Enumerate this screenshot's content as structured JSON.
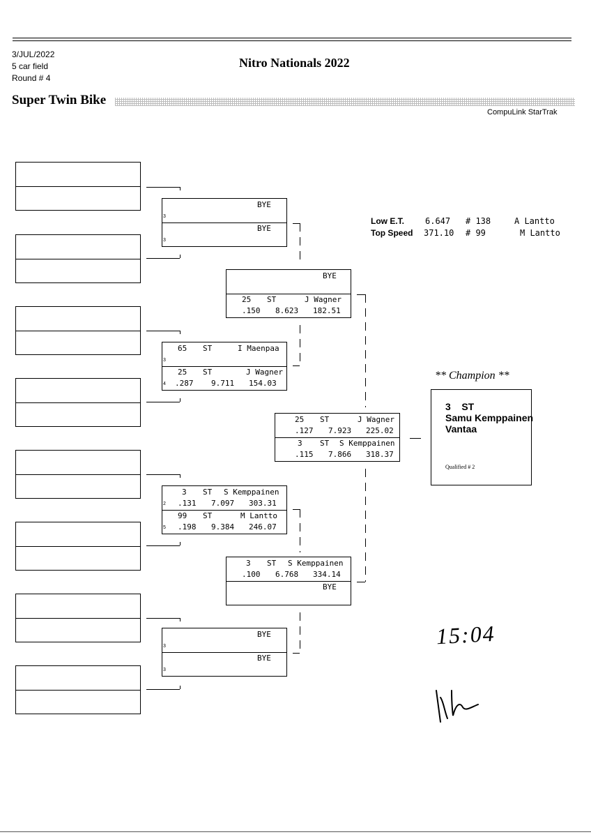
{
  "header": {
    "date": "3/JUL/2022",
    "field": "5 car field",
    "round": "Round # 4",
    "event_title": "Nitro Nationals 2022",
    "class_title": "Super Twin Bike",
    "software": "CompuLink StarTrak"
  },
  "records": {
    "low_et": {
      "label": "Low  E.T.",
      "value": "6.647",
      "number": "# 138",
      "name": "A Lantto"
    },
    "top_speed": {
      "label": "Top Speed",
      "value": "371.10",
      "number": "# 99",
      "name": "M Lantto"
    }
  },
  "round2": [
    {
      "top": {
        "name": "BYE",
        "lane": "3"
      },
      "bottom": {
        "name": "BYE",
        "lane": "3"
      }
    },
    {
      "top": {
        "num": "65",
        "cls": "ST",
        "name": "I Maenpaa",
        "lane": "3"
      },
      "bottom": {
        "num": "25",
        "cls": "ST",
        "name": "J Wagner",
        "lane": "4",
        "rt": ".287",
        "et": "9.711",
        "mph": "154.03"
      }
    },
    {
      "top": {
        "num": "3",
        "cls": "ST",
        "name": "S Kemppainen",
        "lane": "2",
        "rt": ".131",
        "et": "7.097",
        "mph": "303.31"
      },
      "bottom": {
        "num": "99",
        "cls": "ST",
        "name": "M Lantto",
        "lane": "5",
        "rt": ".198",
        "et": "9.384",
        "mph": "246.07"
      }
    },
    {
      "top": {
        "name": "BYE",
        "lane": "3"
      },
      "bottom": {
        "name": "BYE",
        "lane": "3"
      }
    }
  ],
  "semis": [
    {
      "top": {
        "name": "BYE"
      },
      "bottom": {
        "num": "25",
        "cls": "ST",
        "name": "J Wagner",
        "rt": ".150",
        "et": "8.623",
        "mph": "182.51"
      }
    },
    {
      "top": {
        "num": "3",
        "cls": "ST",
        "name": "S Kemppainen",
        "rt": ".100",
        "et": "6.768",
        "mph": "334.14"
      },
      "bottom": {
        "name": "BYE"
      }
    }
  ],
  "final": {
    "top": {
      "num": "25",
      "cls": "ST",
      "name": "J Wagner",
      "rt": ".127",
      "et": "7.923",
      "mph": "225.02"
    },
    "bottom": {
      "num": "3",
      "cls": "ST",
      "name": "S Kemppainen",
      "rt": ".115",
      "et": "7.866",
      "mph": "318.37"
    }
  },
  "champion": {
    "heading": "** Champion **",
    "number_class": "3    ST",
    "name": "Samu Kemppainen",
    "city": "Vantaa",
    "qualified": "Qualified # 2"
  },
  "handwriting": {
    "time": "15:04"
  }
}
